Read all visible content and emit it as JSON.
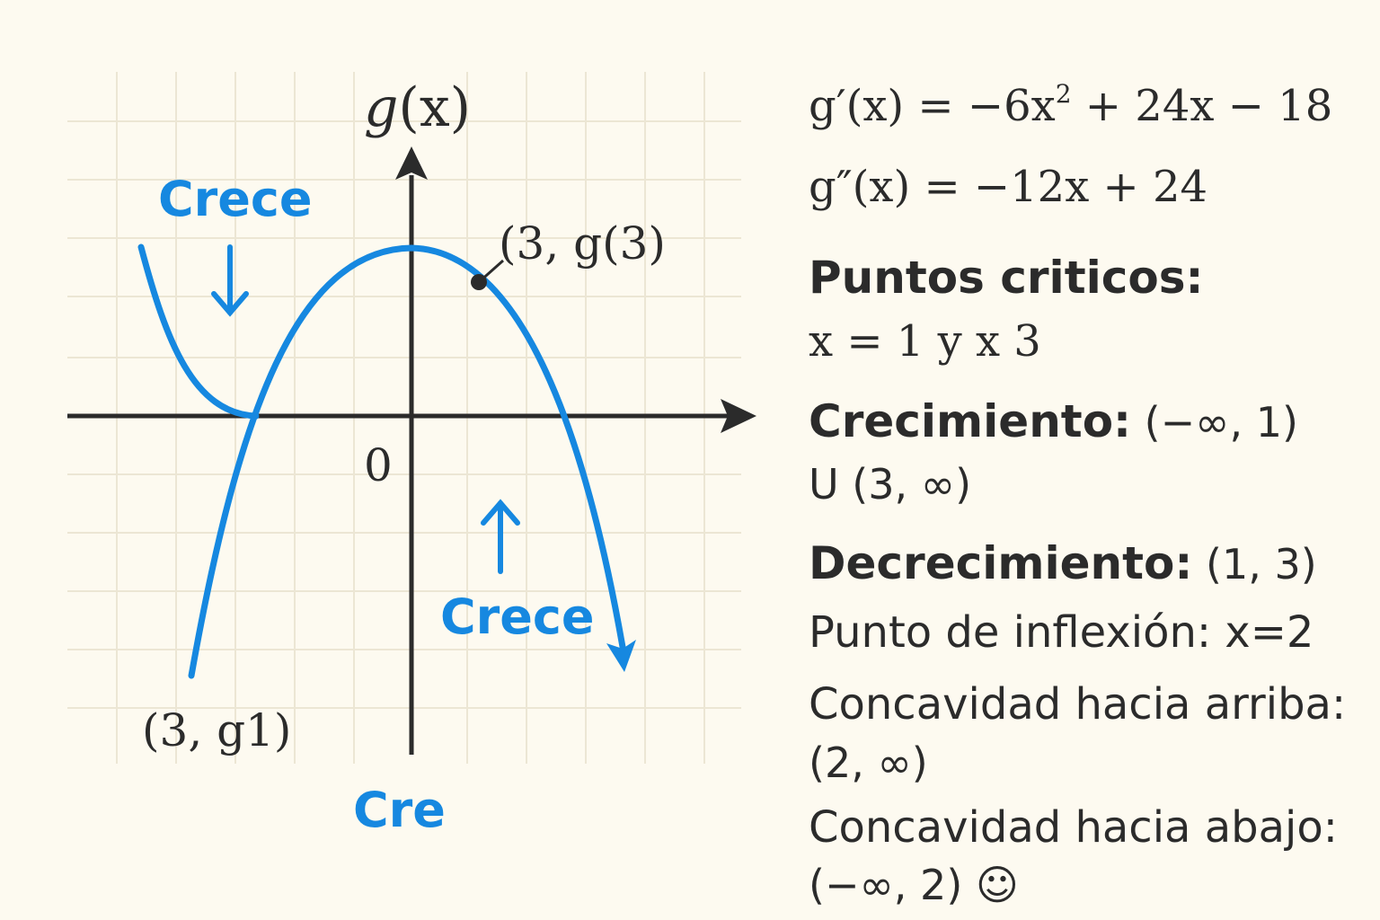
{
  "graph": {
    "y_axis_label_g": "g",
    "y_axis_label_arg": "(x)",
    "origin_label": "0",
    "point_label_max": "(3, g(3)",
    "point_label_min": "(3, g1)",
    "label_crece_top": "Crece",
    "label_crece_right": "Crece",
    "label_crece_bottom": "Cre",
    "curve_color": "#1688e0",
    "axis_color": "#2b2b2b"
  },
  "panel": {
    "first_derivative": {
      "lhs": "g′(x) = −6x",
      "exp": "2",
      "rhs": " + 24x − 18"
    },
    "second_derivative": "g″(x) = −12x + 24",
    "critical_title": "Puntos criticos:",
    "critical_values": "x = 1 y x 3",
    "increasing_title": "Crecimiento:",
    "increasing_value": " (−∞, 1)",
    "increasing_union": "U (3, ∞)",
    "decreasing_title": "Decrecimiento:",
    "decreasing_value": " (1, 3)",
    "inflection": "Punto de inflexión: x=2",
    "concave_up_title": "Concavidad hacia arriba:",
    "concave_up_value": "(2, ∞)",
    "concave_down_title": "Concavidad hacia abajo:",
    "concave_down_value": "(−∞, 2)",
    "smiley": "☺"
  }
}
